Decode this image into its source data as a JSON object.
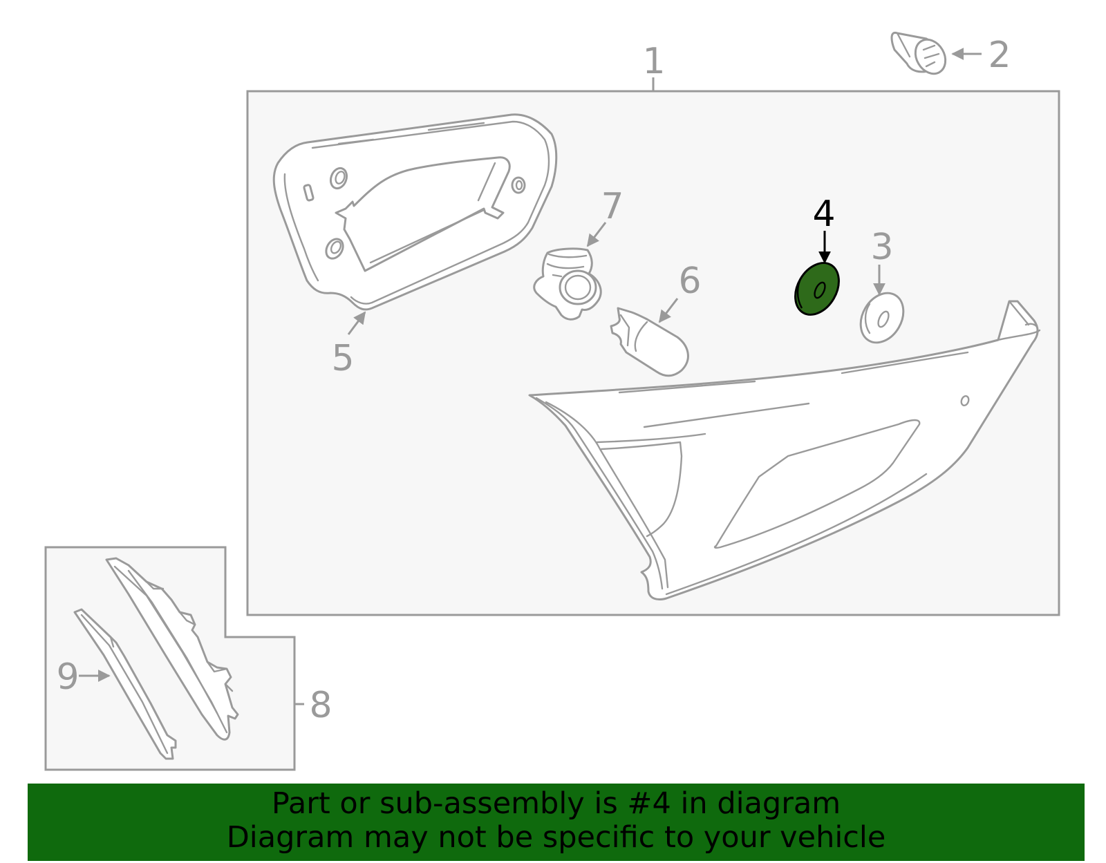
{
  "callouts": {
    "c1": "1",
    "c2": "2",
    "c3": "3",
    "c4": "4",
    "c5": "5",
    "c6": "6",
    "c7": "7",
    "c8": "8",
    "c9": "9"
  },
  "highlight": {
    "part_number": "4",
    "fill_color": "#2e6a1a",
    "banner_color": "#0f6a0d"
  },
  "banner": {
    "line1": "Part or sub-assembly is #4 in diagram",
    "line2": "Diagram may not be specific to your vehicle"
  }
}
